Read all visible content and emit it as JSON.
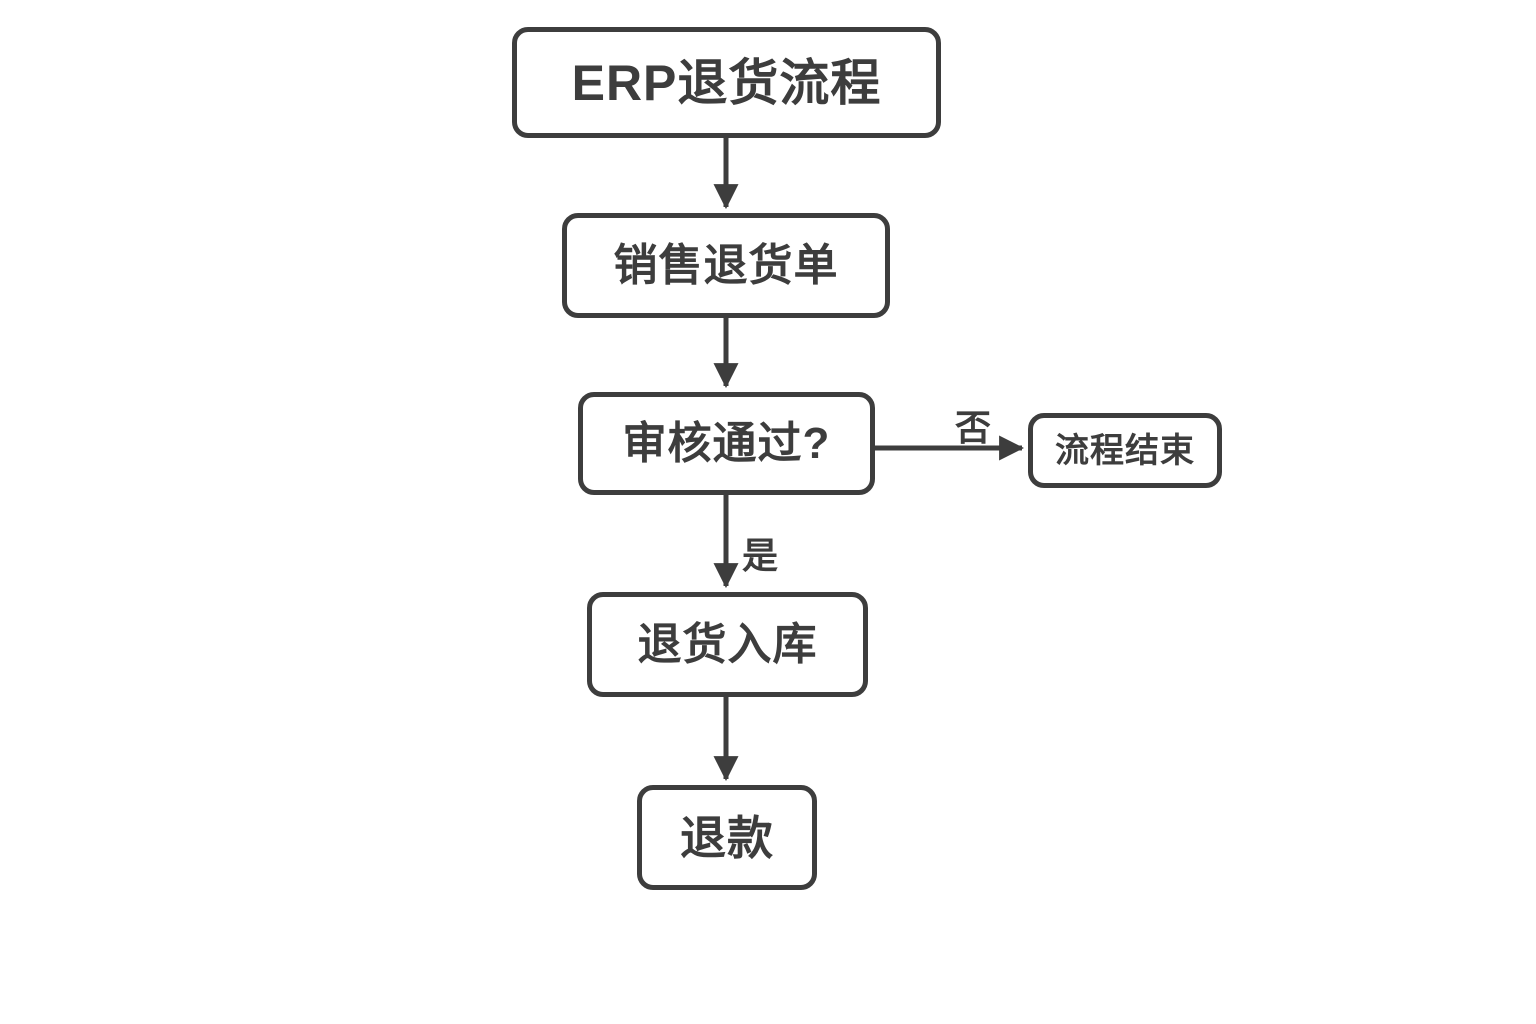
{
  "diagram": {
    "type": "flowchart",
    "title": "ERP退货流程",
    "colors": {
      "stroke": "#3d3d3d",
      "text": "#3d3d3d",
      "node_fill": "#ffffff",
      "background": "#ffffff"
    },
    "nodes": [
      {
        "id": "start",
        "label": "ERP退货流程"
      },
      {
        "id": "sales_return",
        "label": "销售退货单"
      },
      {
        "id": "audit",
        "label": "审核通过?"
      },
      {
        "id": "process_end",
        "label": "流程结束"
      },
      {
        "id": "warehouse_in",
        "label": "退货入库"
      },
      {
        "id": "refund",
        "label": "退款"
      }
    ],
    "edges": [
      {
        "from": "start",
        "to": "sales_return",
        "label": ""
      },
      {
        "from": "sales_return",
        "to": "audit",
        "label": ""
      },
      {
        "from": "audit",
        "to": "process_end",
        "label": "否"
      },
      {
        "from": "audit",
        "to": "warehouse_in",
        "label": "是"
      },
      {
        "from": "warehouse_in",
        "to": "refund",
        "label": ""
      }
    ]
  }
}
